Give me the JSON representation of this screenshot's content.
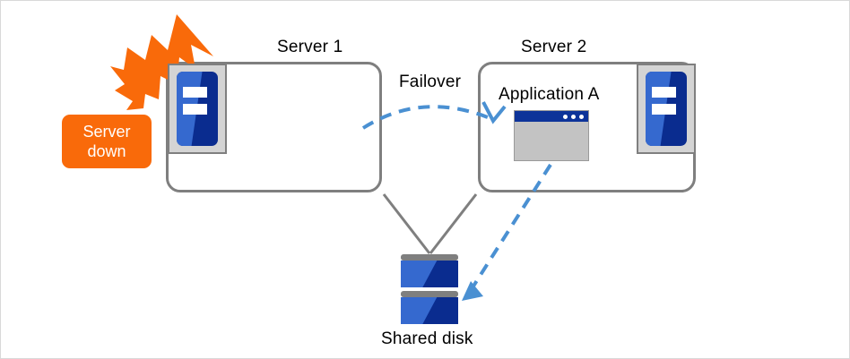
{
  "diagram": {
    "title_labels": {
      "server1": "Server 1",
      "server2": "Server 2",
      "failover": "Failover",
      "application_a": "Application A",
      "shared_disk": "Shared disk"
    },
    "status_badge": {
      "line1": "Server",
      "line2": "down",
      "color": "#f96a0a",
      "text_color": "#ffffff"
    },
    "icons": {
      "burst": "lightning-burst-icon",
      "server1": "server-rack-icon",
      "server2": "server-rack-icon",
      "app_window": "application-window-icon",
      "disk": "shared-disk-icon"
    },
    "colors": {
      "box_border": "#7f7f7f",
      "server_icon_dark_blue": "#0a2c8f",
      "server_icon_light_blue": "#3569cf",
      "server_icon_frame": "#d4d4d4",
      "app_titlebar": "#0d3399",
      "app_body": "#c3c3c3",
      "arrow_blue": "#4a90d2",
      "accent_orange": "#f96a0a",
      "canvas_border": "#d9d9d9"
    },
    "arrows": {
      "failover_arrow": "dashed-curved-arrow-server1-to-server2",
      "disk_access_arrow": "dashed-arrow-application-to-shared-disk",
      "server1_disk_link": "solid-line-server1-to-disk",
      "server2_disk_link": "solid-line-server2-to-disk"
    }
  }
}
